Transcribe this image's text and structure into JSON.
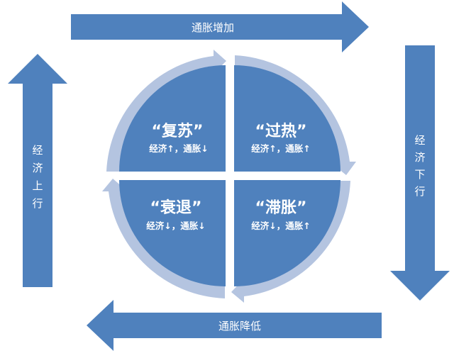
{
  "colors": {
    "arrow": "#4F81BD",
    "quadrant": "#4F81BD",
    "ring": "#B4C4E0",
    "text": "#FFFFFF"
  },
  "arrows": {
    "top": {
      "label": "通胀增加"
    },
    "right": {
      "label": [
        "经",
        "济",
        "下",
        "行"
      ]
    },
    "bottom": {
      "label": "通胀降低"
    },
    "left": {
      "label": [
        "经",
        "济",
        "上",
        "行"
      ]
    }
  },
  "quadrants": {
    "top_left": {
      "title": "“复苏”",
      "subtitle": "经济↑，通胀↓"
    },
    "top_right": {
      "title": "“过热”",
      "subtitle": "经济↑，通胀↑"
    },
    "bottom_left": {
      "title": "“衰退”",
      "subtitle": "经济↓，通胀↓"
    },
    "bottom_right": {
      "title": "“滞胀”",
      "subtitle": "经济↓，通胀↑"
    }
  }
}
